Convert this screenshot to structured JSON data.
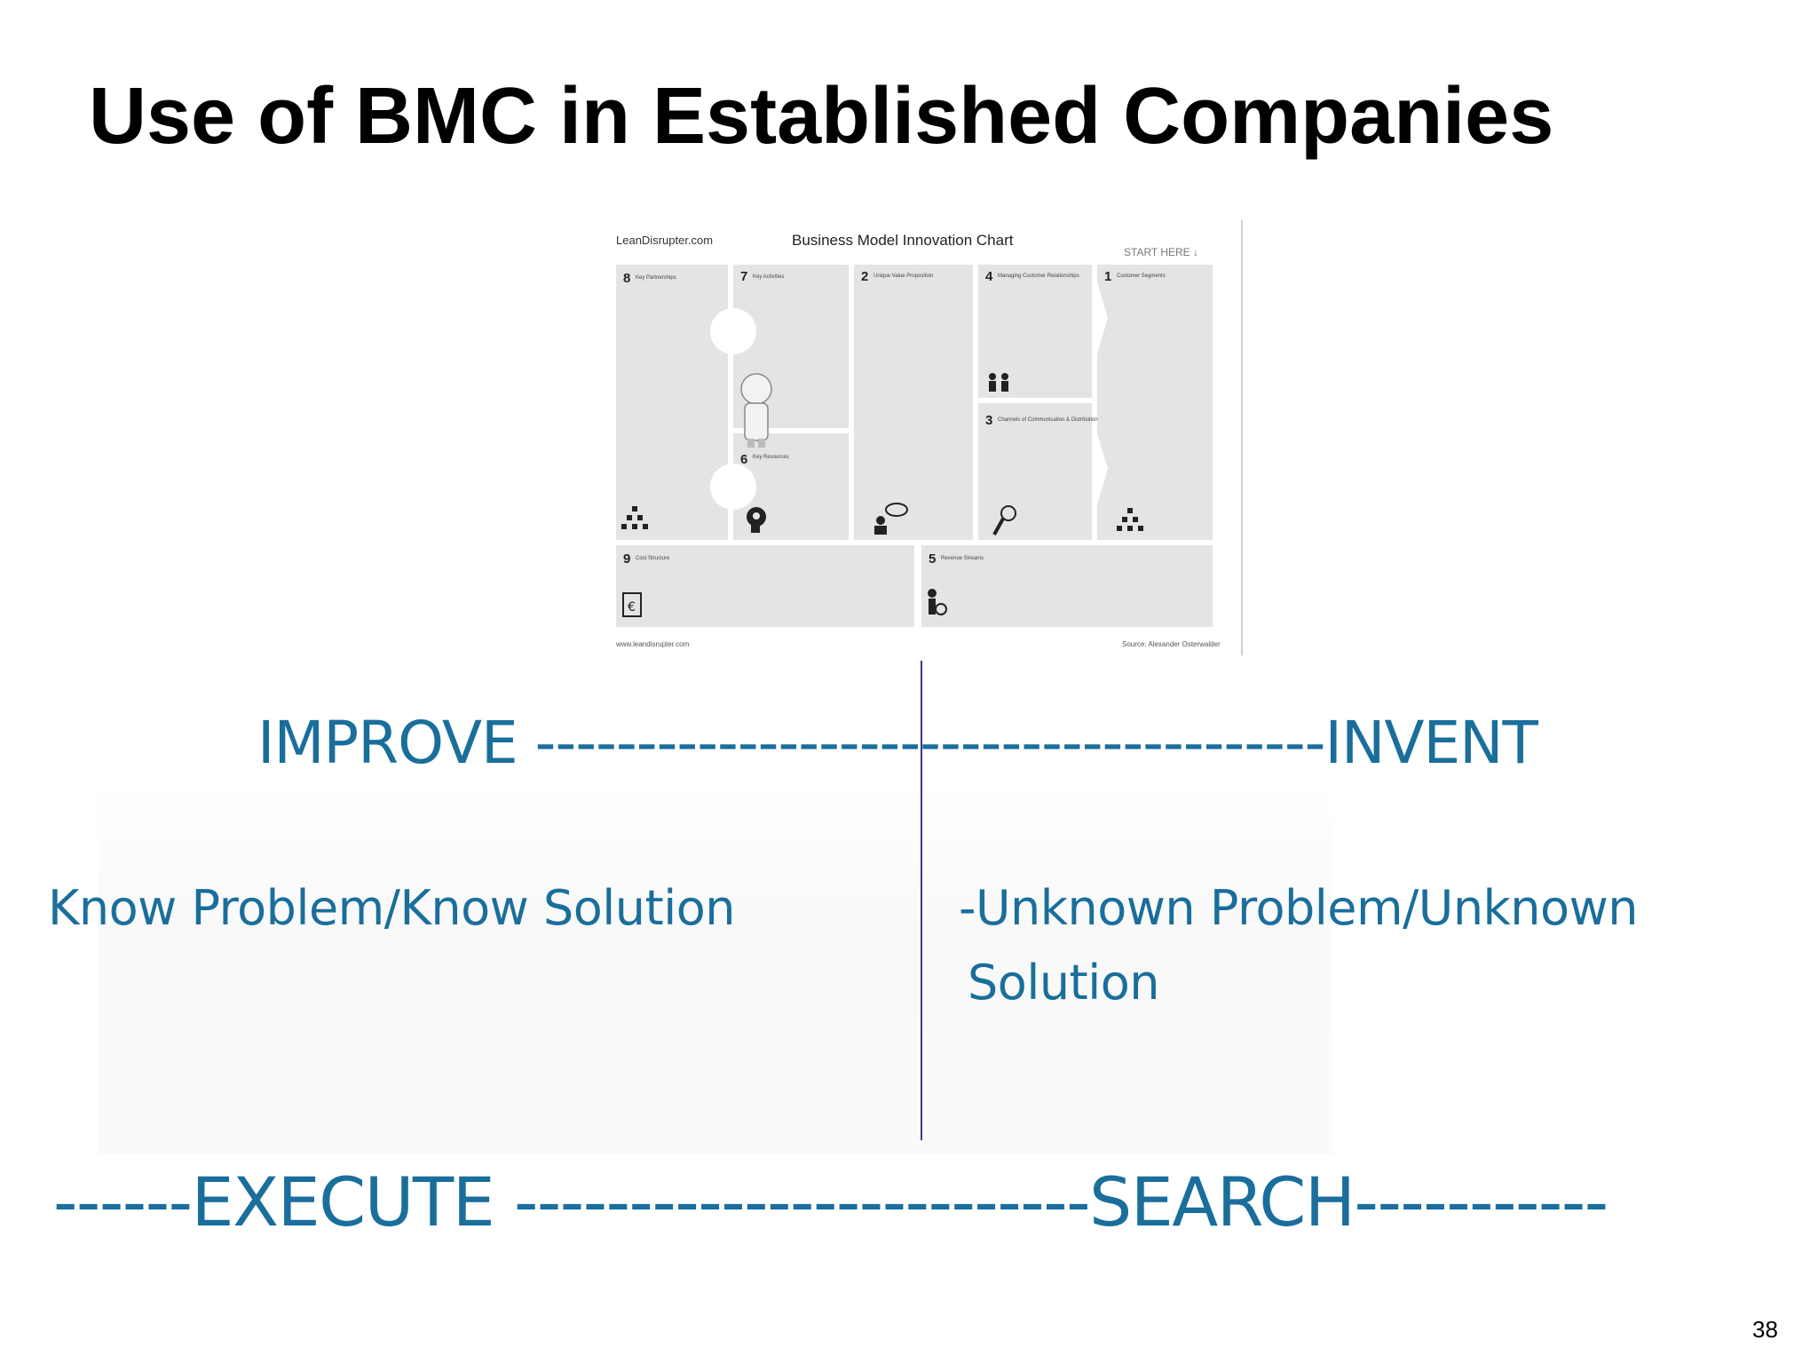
{
  "slide": {
    "title": "Use of BMC in Established Companies",
    "page_number": "38"
  },
  "bmc_image": {
    "brand": "LeanDisrupter.com",
    "title": "Business Model Innovation Chart",
    "start_here": "START HERE ↓",
    "footer_left": "www.leandisrupter.com",
    "footer_right": "Source: Alexander Osterwalder",
    "blocks": [
      {
        "number": "8",
        "label": "Key Partnerships"
      },
      {
        "number": "7",
        "label": "Key Activities"
      },
      {
        "number": "2",
        "label": "Unique Value Proposition"
      },
      {
        "number": "4",
        "label": "Managing Customer Relationships"
      },
      {
        "number": "1",
        "label": "Customer Segments"
      },
      {
        "number": "3",
        "label": "Channels of Communication & Distribution"
      },
      {
        "number": "6",
        "label": "Key Resources"
      },
      {
        "number": "9",
        "label": "Cost Structure"
      },
      {
        "number": "5",
        "label": "Revenue Streams"
      }
    ]
  },
  "diagram": {
    "top_axis": "IMPROVE ---------------------------------------INVENT",
    "left_text": "Know Problem/Know Solution",
    "right_text_line1": "-Unknown Problem/Unknown",
    "right_text_line2": "Solution",
    "bottom_axis": "------EXECUTE -------------------------SEARCH-----------"
  },
  "colors": {
    "accent_blue": "#1a6e9c",
    "divider": "#3b3b99",
    "panel_gray": "#e4e4e4"
  }
}
